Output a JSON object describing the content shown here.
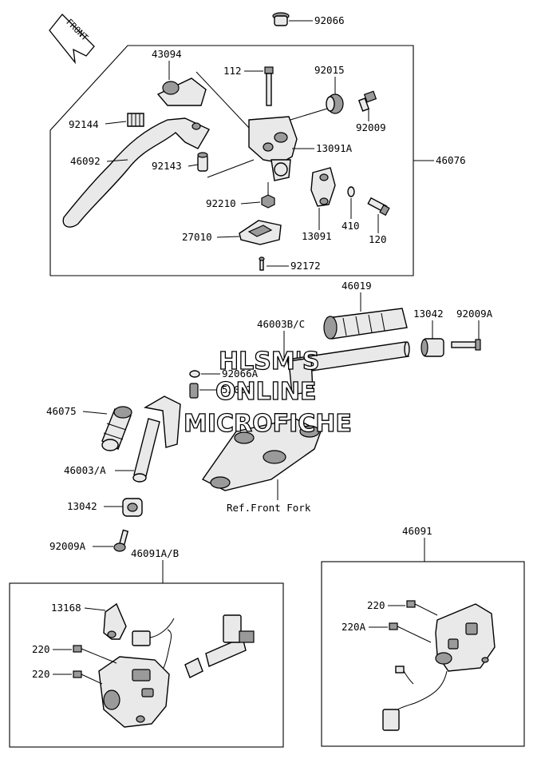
{
  "front_arrow": "FRONT",
  "labels": {
    "p92066": "92066",
    "p43094": "43094",
    "p112": "112",
    "p92015": "92015",
    "p92144": "92144",
    "p92009": "92009",
    "p13091A": "13091A",
    "p46092": "46092",
    "p92143": "92143",
    "p46076": "46076",
    "p92210": "92210",
    "p410": "410",
    "p27010": "27010",
    "p13091": "13091",
    "p120": "120",
    "p92172": "92172",
    "p46019": "46019",
    "p13042_r": "13042",
    "p92009A_r": "92009A",
    "p46003BC": "46003B/C",
    "p92066A": "92066A",
    "p52002": "52002",
    "p46075": "46075",
    "p46003A": "46003/A",
    "p13042_l": "13042",
    "ref_front_fork": "Ref.Front Fork",
    "p92009A_l": "92009A",
    "p46091AB": "46091A/B",
    "p46091": "46091",
    "p13168": "13168",
    "p220_a": "220",
    "p220_b": "220",
    "p220_c": "220",
    "p220A": "220A"
  },
  "watermark": {
    "line1": "HLSM'S",
    "line2": "ONLINE",
    "line3": "MICROFICHE"
  }
}
